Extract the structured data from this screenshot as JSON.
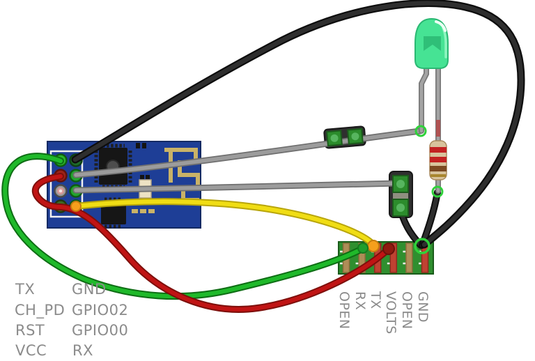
{
  "diagram": {
    "type": "breadboard-circuit",
    "esp_module": {
      "name": "ESP8266 ESP-01 module",
      "left_pin_labels": [
        "TX",
        "CH_PD",
        "RST",
        "VCC"
      ],
      "right_pin_labels": [
        "GND",
        "GPIO02",
        "GPIO00",
        "RX"
      ]
    },
    "serial_header": {
      "name": "serial breakout strip",
      "pin_labels": [
        "OPEN",
        "RX",
        "TX",
        "VOLTS",
        "OPEN",
        "GND"
      ]
    },
    "led": {
      "color_name": "green"
    },
    "resistor": {
      "bands": [
        "red",
        "red",
        "brown",
        "gold"
      ]
    },
    "wires": [
      {
        "name": "esp-tx-to-header-rx",
        "color": "#1fb92a"
      },
      {
        "name": "esp-power-to-header-volts",
        "color": "#c01414"
      },
      {
        "name": "esp-rx-to-header-tx",
        "color": "#f0dd14"
      },
      {
        "name": "esp-gpio02-to-led",
        "color": "#9c9c9c"
      },
      {
        "name": "esp-gpio00-to-terminal",
        "color": "#9c9c9c"
      },
      {
        "name": "esp-gnd-to-header-gnd",
        "color": "#2e2e2e"
      }
    ],
    "colors": {
      "pcb_blue": "#1e3e96",
      "antenna_gold": "#c9b267",
      "header_green": "#2f8f2f",
      "wire_green": "#1fb92a",
      "wire_red": "#c01414",
      "wire_yellow": "#f0dd14",
      "wire_gray": "#9c9c9c",
      "wire_black": "#2e2e2e",
      "led_green": "#46e394",
      "resistor_body": "#d8c39c",
      "band_red": "#c32222",
      "band_brown": "#7b4a22",
      "band_gold": "#a8862e",
      "terminal_pad_green": "#2c8c2c",
      "label_gray": "#8b8b8b"
    }
  }
}
